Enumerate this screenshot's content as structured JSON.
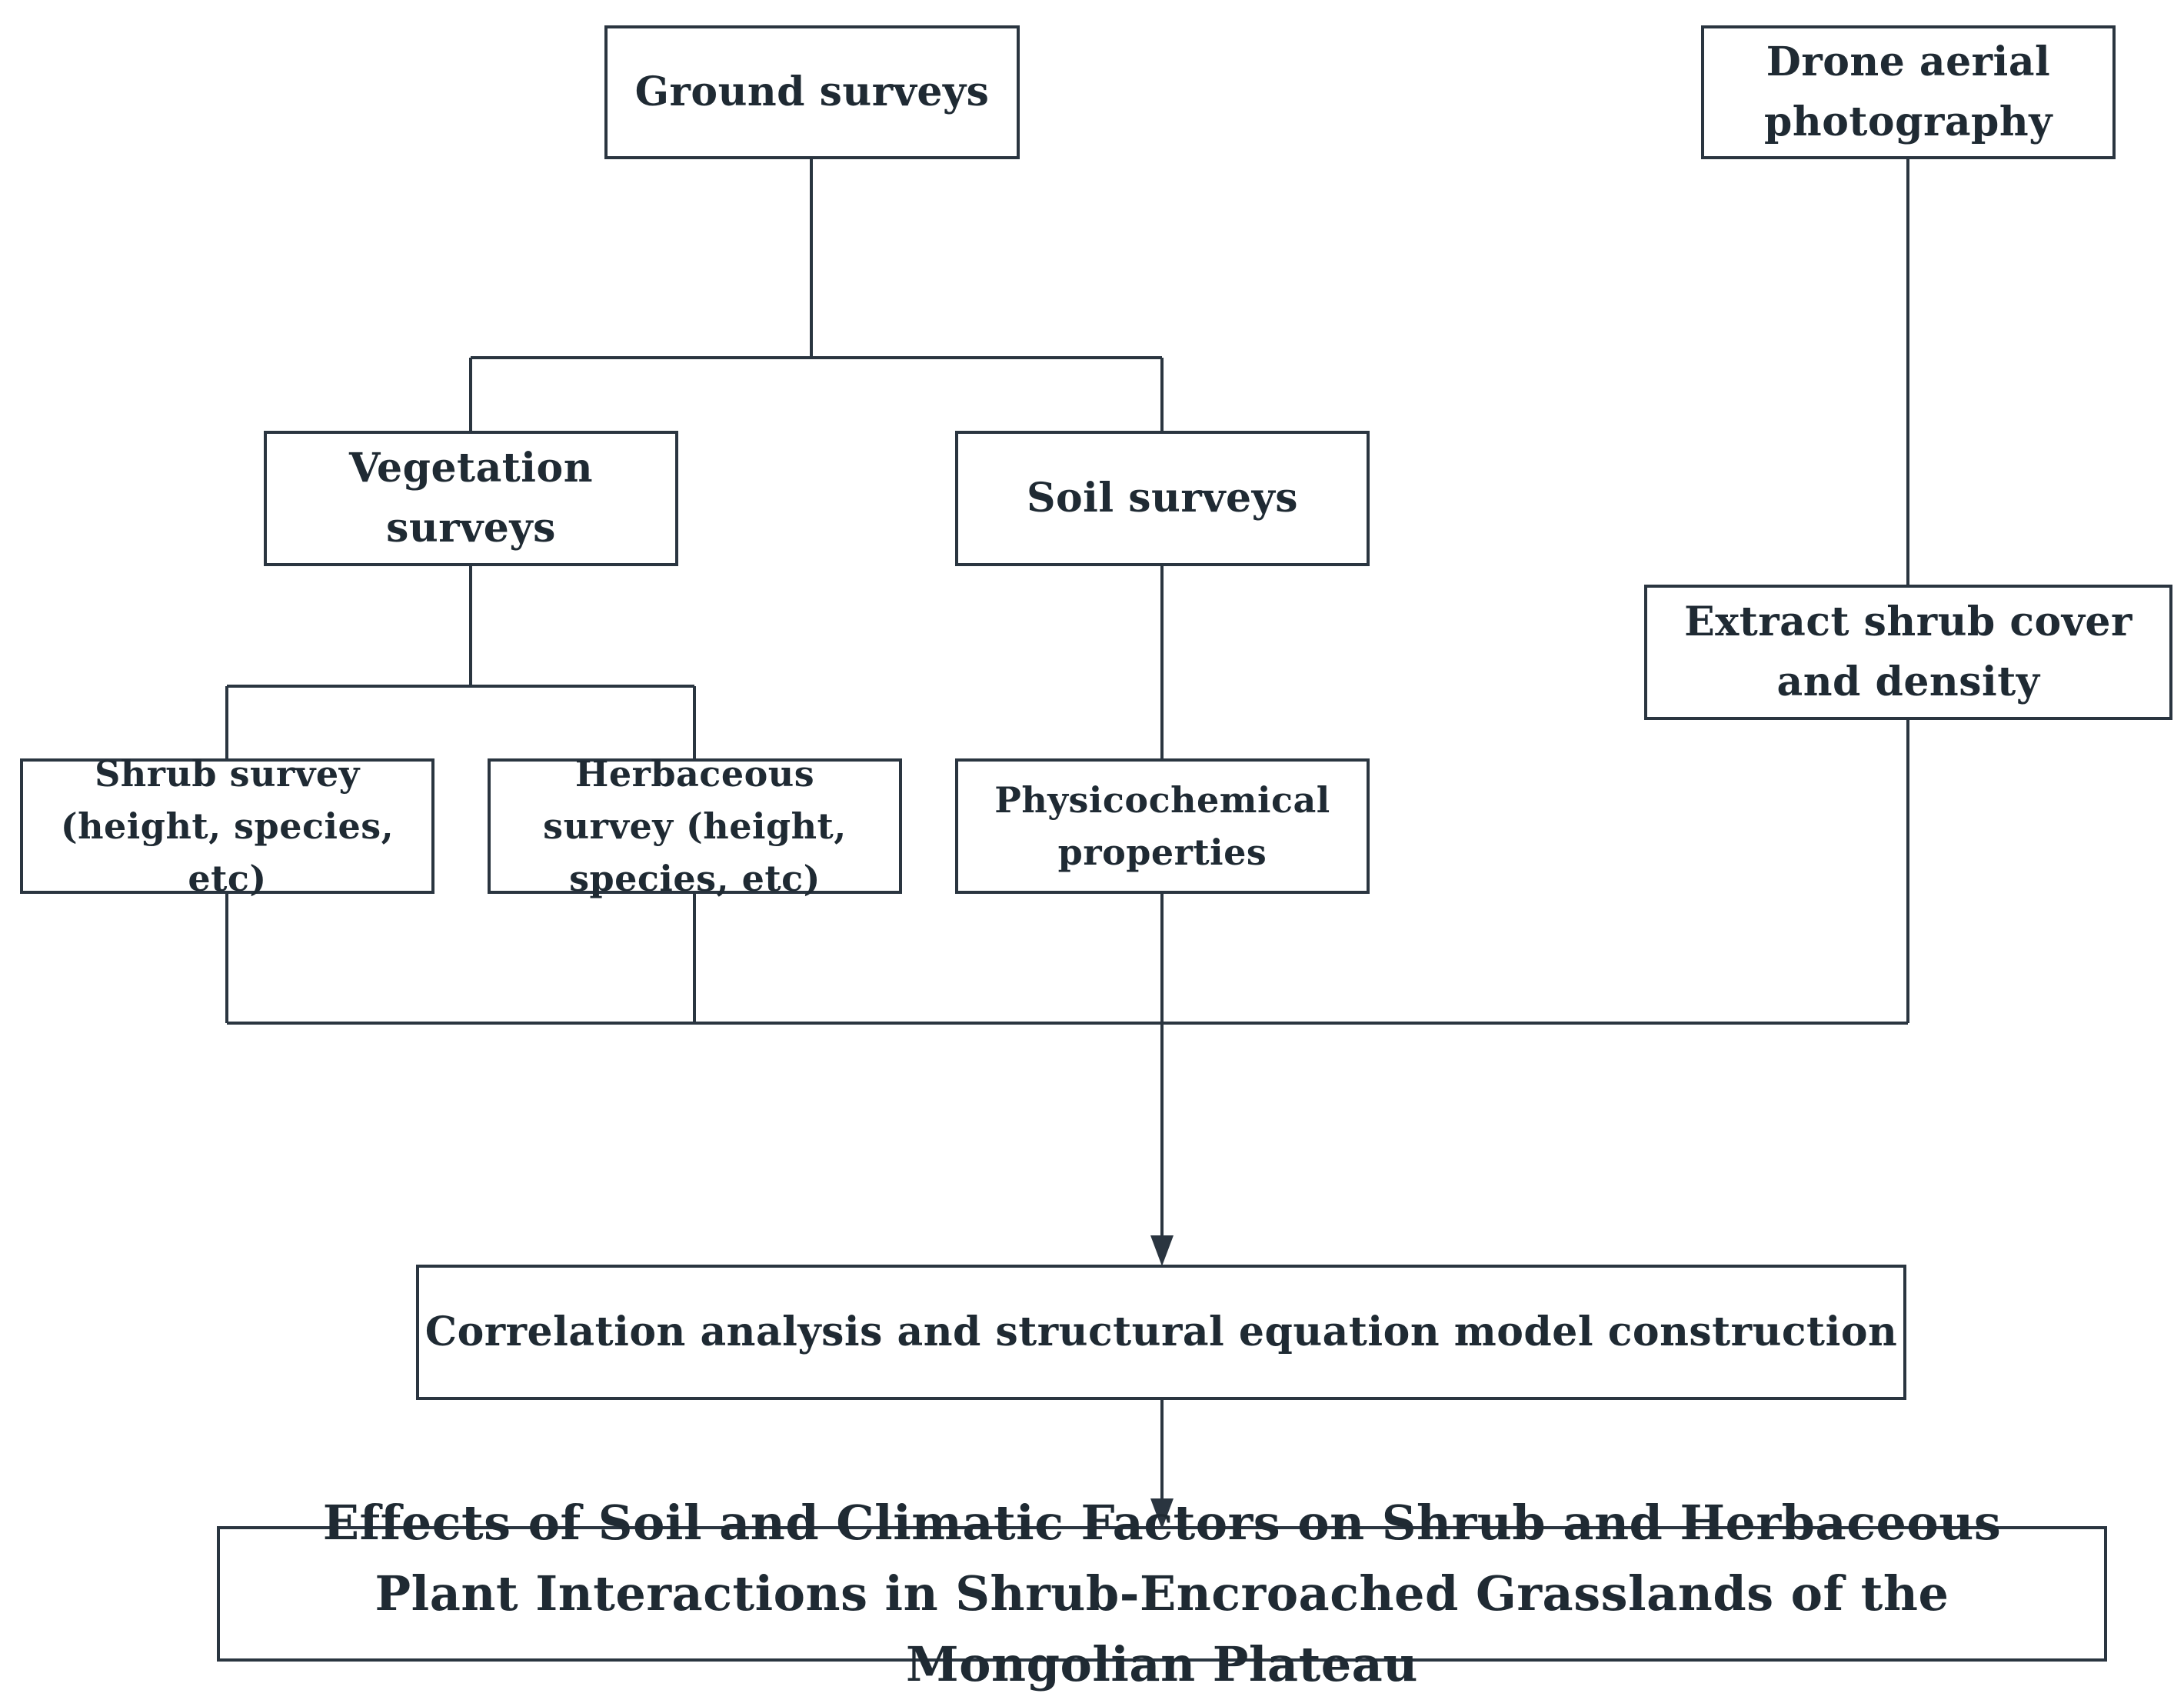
{
  "diagram": {
    "nodes": {
      "ground": "Ground surveys",
      "drone": "Drone aerial photography",
      "vegetation": "Vegetation surveys",
      "soil": "Soil surveys",
      "extract": "Extract shrub cover and density",
      "shrub": "Shrub survey (height, species, etc)",
      "herb": "Herbaceous  survey (height, species, etc)",
      "physico": "Physicochemical properties",
      "analysis": "Correlation analysis and structural equation model construction",
      "result": "Effects of Soil and Climatic Factors on Shrub and Herbaceous Plant Interactions in Shrub-Encroached Grasslands of the Mongolian Plateau"
    },
    "line_color": "#2a3540"
  }
}
